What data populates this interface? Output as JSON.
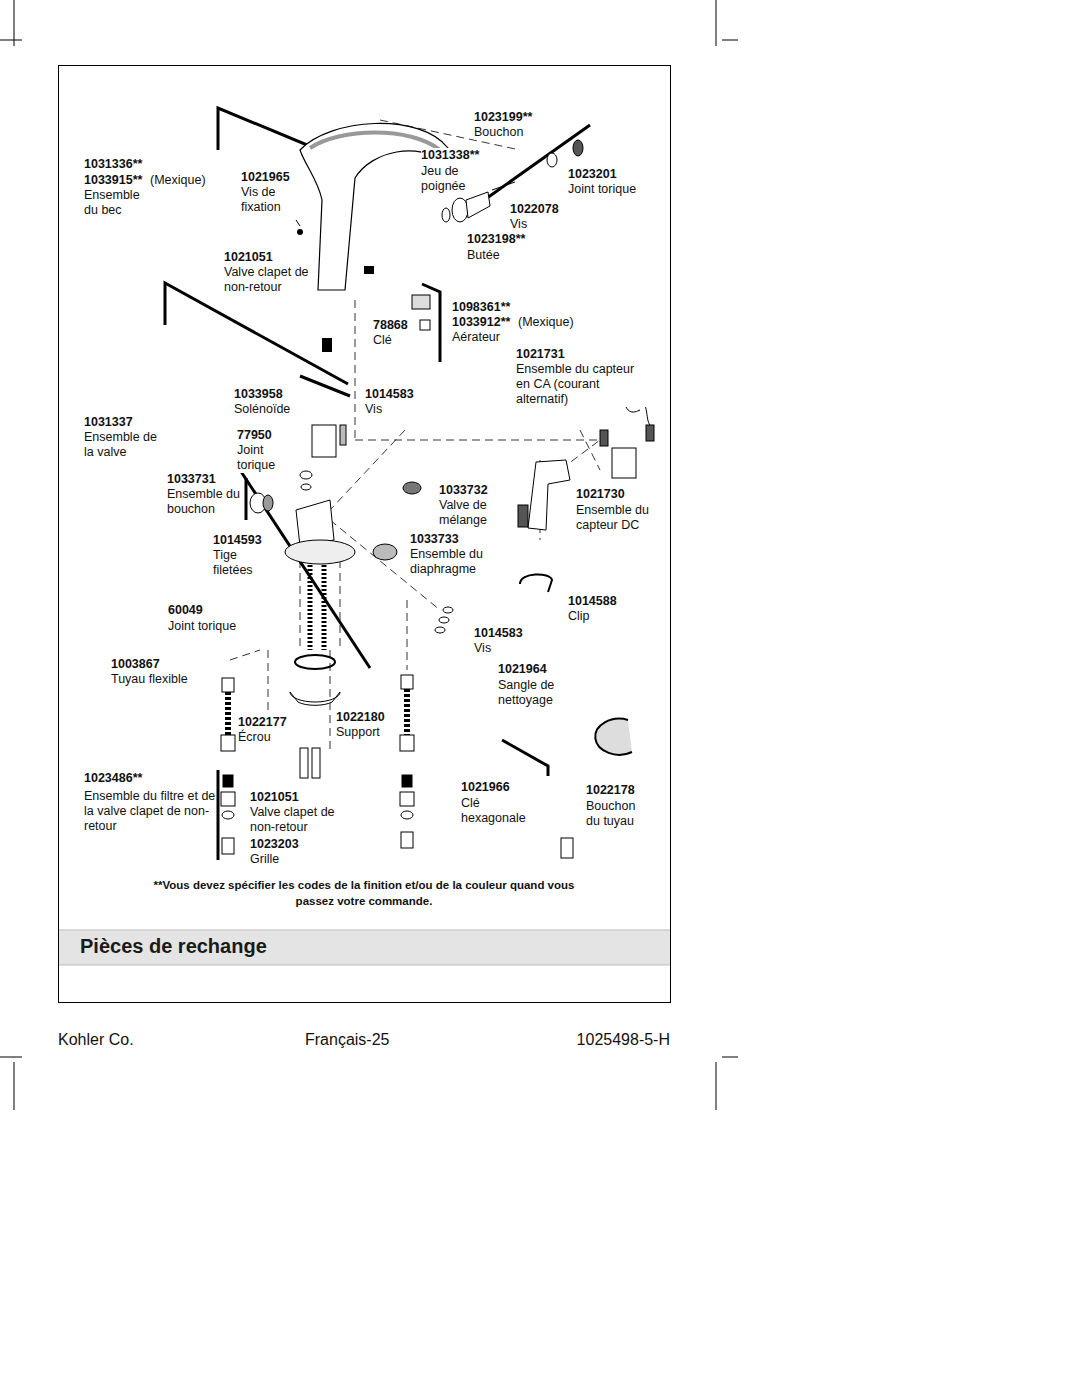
{
  "diagram": {
    "title": "Pièces de rechange",
    "labels": [
      "1023199**",
      "Bouchon",
      "1031338**",
      "Jeu de poignée",
      "1023201",
      "Joint torique",
      "1031336**",
      "1033915**",
      "(Mexique)",
      "Ensemble du bec",
      "1021965",
      "Vis de fixation",
      "1022078",
      "Vis",
      "1023198**",
      "Butée",
      "1021051",
      "Valve clapet de non-retour",
      "1098361**",
      "1033912**",
      "(Mexique)",
      "Aérateur",
      "78868",
      "Clé",
      "1021731",
      "Ensemble du capteur en CA (courant alternatif)",
      "1033958",
      "Solénoïde",
      "1014583",
      "Vis",
      "1031337",
      "Ensemble de la valve",
      "77950",
      "Joint torique",
      "1033731",
      "Ensemble du bouchon",
      "1033732",
      "Valve de mélange",
      "1021730",
      "Ensemble du capteur DC",
      "1014593",
      "Tige filetées",
      "1033733",
      "Ensemble du diaphragme",
      "1014588",
      "Clip",
      "60049",
      "Joint torique",
      "1014583",
      "Vis",
      "1003867",
      "Tuyau flexible",
      "1021964",
      "Sangle de nettoyage",
      "1022177",
      "Écrou",
      "1022180",
      "Support",
      "1023486**",
      "Ensemble du filtre et de la valve clapet de non-retour",
      "1021966",
      "Clé hexagonale",
      "1022178",
      "Bouchon du tuyau",
      "1021051",
      "Valve clapet de non-retour",
      "1023203",
      "Grille",
      "**Vous devez spécifier les codes de la finition et/ou de la couleur quand vous passez votre commande.",
      "Kohler Co.",
      "Français-25",
      "1025498-5-H"
    ]
  }
}
